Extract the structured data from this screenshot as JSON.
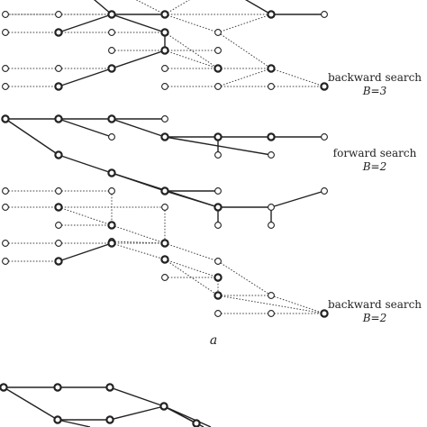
{
  "panel_a": {
    "top_block": {
      "label_line1": "backward search",
      "label_line2": "B=3"
    },
    "middle_block": {
      "label_line1": "forward search",
      "label_line2": "B=2"
    },
    "bottom_block": {
      "label_line1": "backward search",
      "label_line2": "B=2"
    },
    "caption": "a"
  },
  "style": {
    "node_fill": "#ffffff",
    "node_stroke": "#222222",
    "edge_color": "#222222",
    "dotted_edge_color": "#444444"
  }
}
